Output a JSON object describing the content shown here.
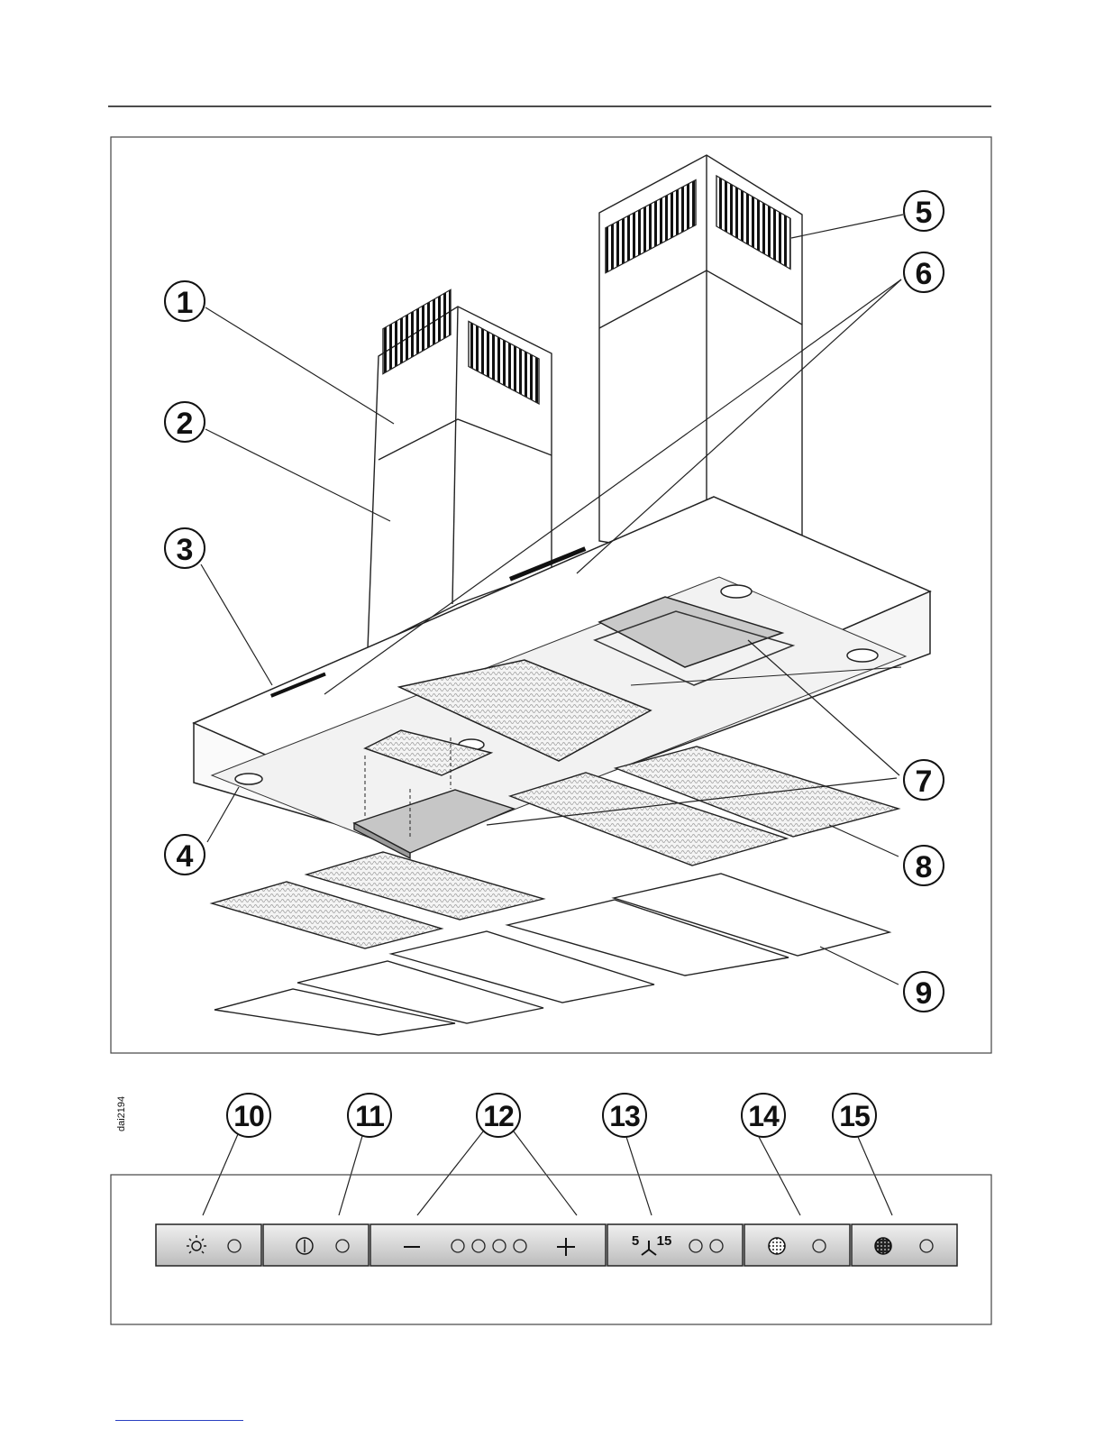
{
  "figure_code": "dai2194",
  "hood_callouts": [
    "1",
    "2",
    "3",
    "4",
    "5",
    "6",
    "7",
    "8",
    "9"
  ],
  "panel_callouts": [
    "10",
    "11",
    "12",
    "13",
    "14",
    "15"
  ],
  "fan_speed_label": {
    "low": "5",
    "high": "15"
  },
  "controls": {
    "light": {
      "icon": "light-bulb-icon"
    },
    "power": {
      "icon": "power-icon"
    },
    "fan_minus": {
      "icon": "minus-icon"
    },
    "fan_plus": {
      "icon": "plus-icon"
    },
    "fan_levels": 4,
    "fan_timer": {
      "icon": "fan-icon"
    },
    "grease_filter": {
      "icon": "grease-filter-icon"
    },
    "carbon_filter": {
      "icon": "carbon-filter-icon"
    }
  }
}
